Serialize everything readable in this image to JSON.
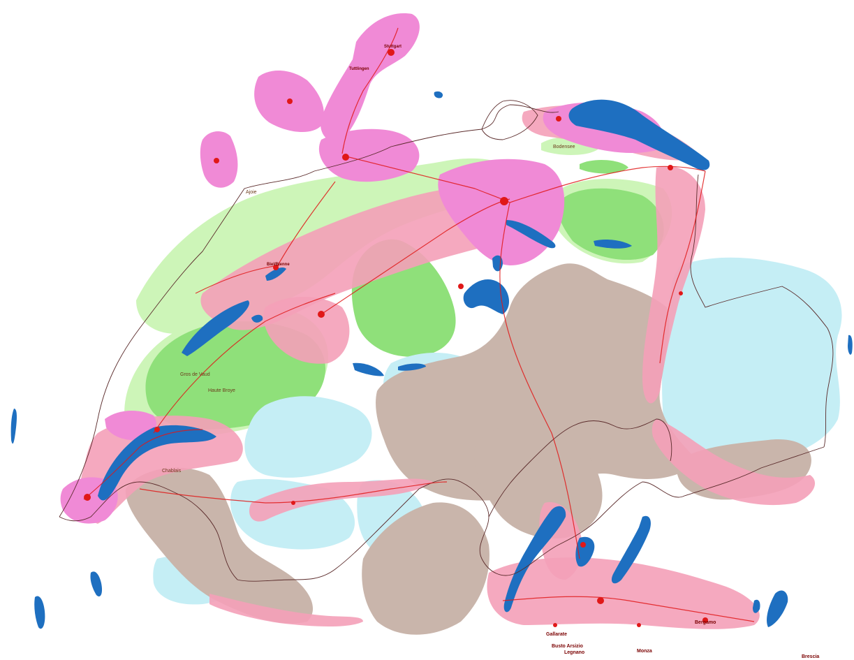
{
  "colors": {
    "background": "#ffffff",
    "metro": "#f08ad6",
    "urban_corridor": "#f4a0b8",
    "rural_plateau": "#cdf5b8",
    "green_core": "#8fe07a",
    "alpine_valley": "#c5eef5",
    "high_alpine": "#c9b5ab",
    "lake": "#1e6fc0",
    "transport": "#e01818",
    "border": "#5a2a2a"
  },
  "labels": {
    "gros_de_vaud": "Gros de Vaud",
    "haute_broye": "Haute Broye",
    "biel": "Biel/Bienne",
    "chablais": "Chablais",
    "brescia": "Brescia",
    "bergamo": "Bergamo",
    "monza": "Monza",
    "legnano": "Busto Arsizio",
    "legnano2": "Legnano",
    "gallarate": "Gallarate",
    "bodensee": "Bodensee",
    "ajoie": "Ajoie",
    "stuttgart": "Stuttgart",
    "tuttlingen": "Tuttlingen"
  }
}
